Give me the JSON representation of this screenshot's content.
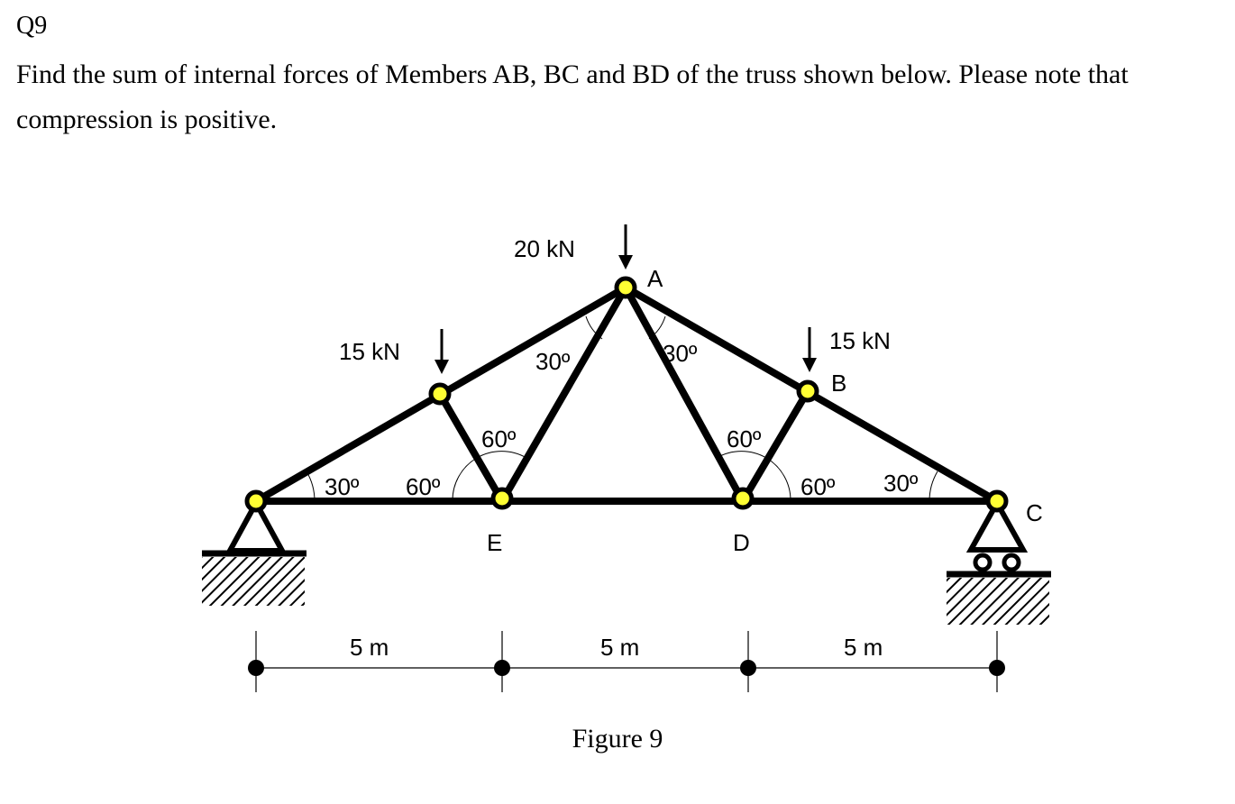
{
  "question": {
    "number": "Q9",
    "text": "Find the sum of internal forces of Members AB, BC and BD of the truss shown below. Please note that compression is positive."
  },
  "figure": {
    "caption": "Figure 9",
    "joints": {
      "A": "A",
      "B": "B",
      "C": "C",
      "D": "D",
      "E": "E"
    },
    "loads": {
      "center": "20 kN",
      "left": "15 kN",
      "right": "15 kN"
    },
    "angles": {
      "left_support": "30º",
      "e_left": "60º",
      "e_top": "60º",
      "apex_left": "30º",
      "apex_right": "30º",
      "d_top": "60º",
      "d_right": "60º",
      "right_support": "30º"
    },
    "dimensions": [
      "5 m",
      "5 m",
      "5 m"
    ],
    "colors": {
      "member": "#000000",
      "joint_fill": "#ffff33"
    }
  }
}
